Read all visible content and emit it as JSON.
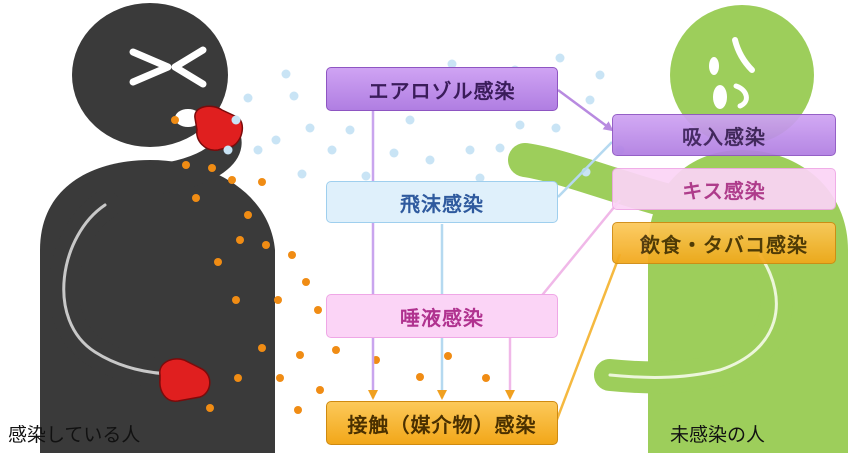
{
  "labels": {
    "aerosol": "エアロゾル感染",
    "droplet": "飛沫感染",
    "saliva": "唾液感染",
    "contact": "接触（媒介物）感染",
    "inhalation": "吸入感染",
    "kiss": "キス感染",
    "food": "飲食・タバコ感染"
  },
  "captions": {
    "infected": "感染している人",
    "uninfected": "未感染の人"
  },
  "colors": {
    "infected_figure": "#3a3a3a",
    "uninfected_figure": "#8cc63f",
    "glove": "#e01f1f",
    "aerosol_dot": "#c9e4f5",
    "droplet_dot": "#f08c14"
  }
}
